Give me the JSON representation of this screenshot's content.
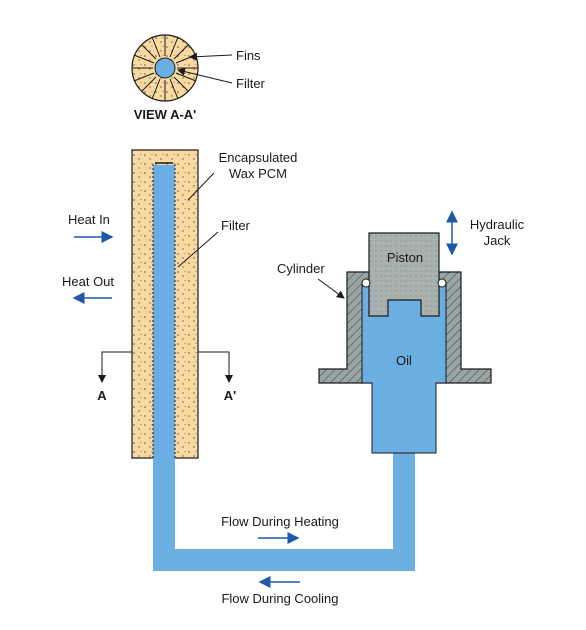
{
  "view": {
    "title": "VIEW A-A'",
    "fins_label": "Fins",
    "filter_label": "Filter"
  },
  "pcm": {
    "encapsulated_line1": "Encapsulated",
    "encapsulated_line2": "Wax PCM",
    "filter_label": "Filter",
    "heat_in": "Heat In",
    "heat_out": "Heat Out",
    "section_left": "A",
    "section_right": "A'"
  },
  "jack": {
    "title_line1": "Hydraulic",
    "title_line2": "Jack",
    "piston": "Piston",
    "cylinder": "Cylinder",
    "oil": "Oil"
  },
  "flow": {
    "heating": "Flow During Heating",
    "cooling": "Flow During Cooling"
  },
  "colors": {
    "wax": "#f9d9a0",
    "oil": "#6aaee2",
    "metal": "#9aa4a4",
    "arrow": "#1e5aa8",
    "outline": "#1a1a1a"
  }
}
